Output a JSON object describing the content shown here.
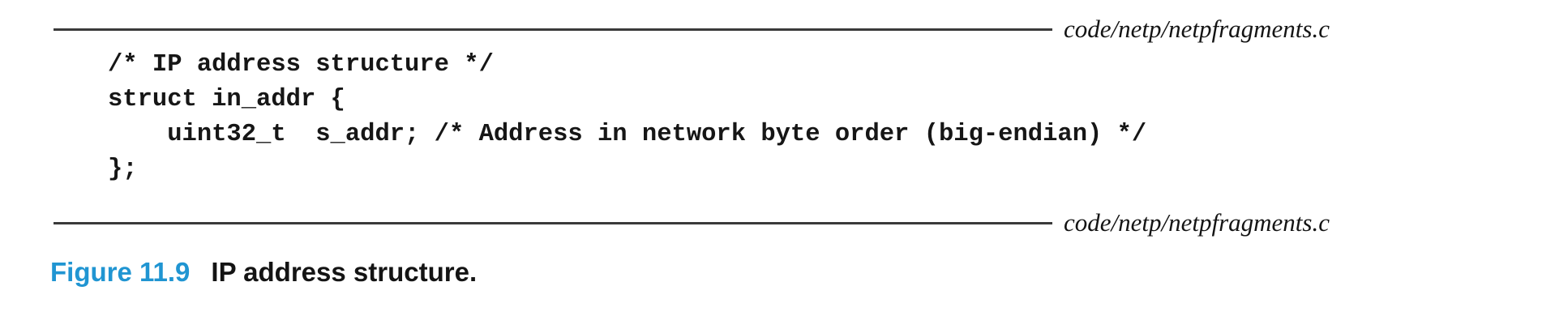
{
  "figure": {
    "source_label_top": "code/netp/netpfragments.c",
    "source_label_bottom": "code/netp/netpfragments.c",
    "code_lines": [
      "/* IP address structure */",
      "struct in_addr {",
      "    uint32_t  s_addr; /* Address in network byte order (big-endian) */",
      "};"
    ],
    "caption": {
      "label": "Figure 11.9",
      "title": "IP address structure."
    },
    "colors": {
      "caption_label_blue": "#2095d2",
      "code_text": "#161616",
      "rule": "#3a3a3a",
      "page_background": "#ffffff"
    }
  }
}
